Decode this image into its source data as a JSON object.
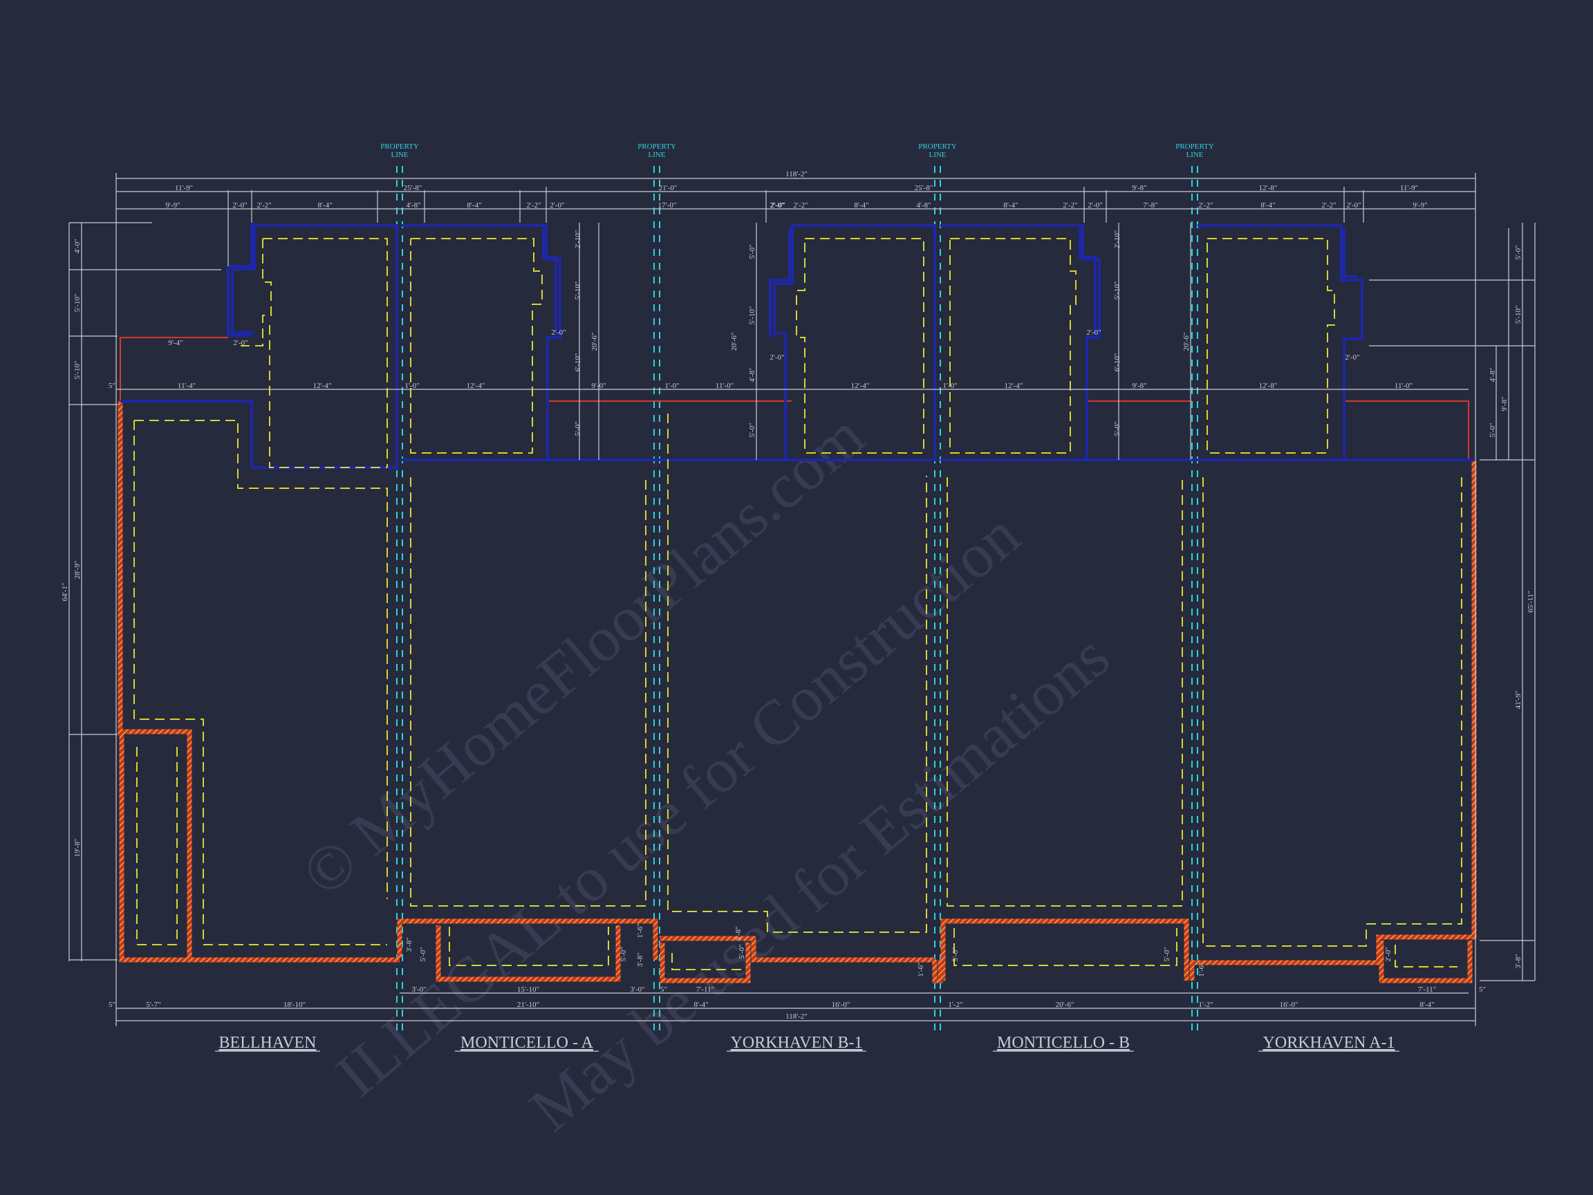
{
  "property_line_label": [
    "PROPERTY",
    "LINE"
  ],
  "unit_labels": [
    "BELLHAVEN",
    "MONTICELLO - A",
    "YORKHAVEN B-1",
    "MONTICELLO - B",
    "YORKHAVEN A-1"
  ],
  "watermark": [
    "© MyHomeFloorPlans.com",
    "ILLEGAL to use for Construction",
    "May be used for Estimations"
  ],
  "dims": {
    "total": "118'-2\"",
    "top_row1": [
      "11'-9\"",
      "25'-8\"",
      "21'-0\"",
      "25'-8\"",
      "9'-8\"",
      "12'-8\"",
      "11'-9\""
    ],
    "top_row2": [
      "9'-9\"",
      "2'-0\"",
      "2'-2\"",
      "8'-4\"",
      "4'-8\"",
      "8'-4\"",
      "2'-2\"",
      "2'-0\"",
      "17'-0\"",
      "2'-0\"",
      "2'-2\"",
      "8'-4\"",
      "4'-8\"",
      "8'-4\"",
      "2'-2\"",
      "2'-0\"",
      "7'-8\"",
      "2'-2\"",
      "8'-4\"",
      "2'-2\"",
      "2'-0\"",
      "9'-9\""
    ],
    "mid_row": [
      "5\"",
      "11'-4\"",
      "12'-4\"",
      "1'-0\"",
      "12'-4\"",
      "9'-0\"",
      "1'-0\"",
      "11'-0\"",
      "12'-4\"",
      "1'-0\"",
      "12'-4\"",
      "9'-8\"",
      "12'-8\"",
      "11'-0\""
    ],
    "small": [
      "9'-4\"",
      "2'-0\"",
      "2'-0\"",
      "2'-0\"",
      "2'-0\"",
      "2'-0\"",
      "2'-0\""
    ],
    "bottom_row1": [
      "3'-0\"",
      "15'-10\"",
      "3'-0\"",
      "5\"",
      "7'-11\"",
      "7'-11\"",
      "5\""
    ],
    "bottom_row2": [
      "5\"",
      "5'-7\"",
      "18'-10\"",
      "21'-10\"",
      "8'-4\"",
      "16'-0\"",
      "1'-2\"",
      "20'-6\"",
      "1'-2\"",
      "16'-0\"",
      "8'-4\""
    ],
    "left_vertical": [
      "4'-0\"",
      "5'-10\"",
      "5'-10\"",
      "28'-9\"",
      "19'-8\"",
      "64'-1\""
    ],
    "right_vertical": [
      "5'-0\"",
      "5'-10\"",
      "4'-8\"",
      "9'-8\"",
      "5'-0\"",
      "41'-9\"",
      "65'-11\"",
      "3'-8\""
    ],
    "inner_vertical": [
      "2'-10\"",
      "5'-10\"",
      "20'-6\"",
      "6'-10\"",
      "5'-0\"",
      "5'-0\"",
      "5'-10\"",
      "20'-6\"",
      "4'-8\"",
      "5'-0\"",
      "2'-10\"",
      "5'-10\"",
      "6'-10\"",
      "5'-0\"",
      "20'-6\"",
      "3'-8\"",
      "5'-0\"",
      "5'-0\"",
      "3'-8\"",
      "1'-6\"",
      "5'-0\"",
      "5'-0\"",
      "1'-6\"",
      "5'-0\"",
      "3'-8\"",
      "1'-6\"",
      "2'-0\""
    ]
  },
  "colors": {
    "background": "#262a3d",
    "dimension": "#c9ccd6",
    "foundation_wall": "#1d27a6",
    "footing_dash": "#d6d62e",
    "property_line": "#2fd3dc",
    "slab_edge": "#d13a2a",
    "hatch": "#e0a020",
    "watermark": "#3b4058"
  }
}
